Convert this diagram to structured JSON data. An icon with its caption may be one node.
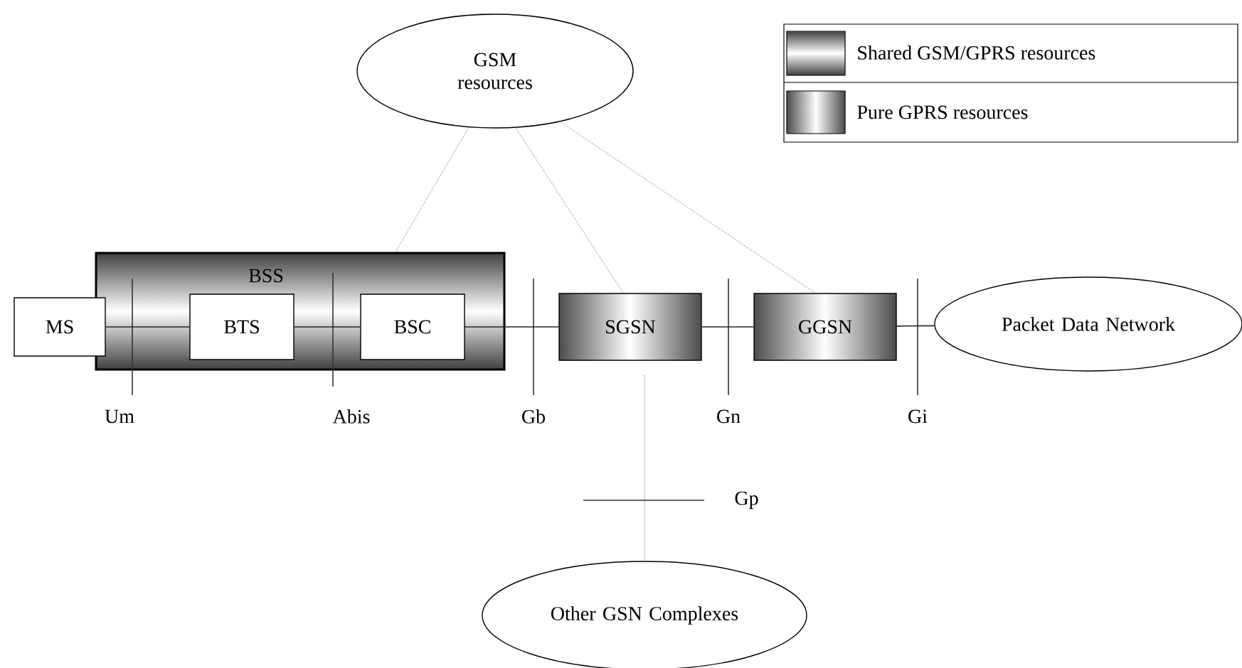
{
  "diagram": {
    "nodes": [
      {
        "text": [
          "GSM resources"
        ]
      },
      {
        "text": [
          "BSS"
        ]
      },
      {
        "text": [
          "BTS"
        ],
        "in": 1
      },
      {
        "text": [
          "BSC"
        ],
        "in": 1
      },
      {
        "text": [
          "MS"
        ]
      },
      {
        "text": [
          "SGSN"
        ]
      },
      {
        "text": [
          "GGSN"
        ]
      },
      {
        "text": [
          "Packet Data Network"
        ]
      },
      {
        "text": [
          "Other GSN Complexes"
        ]
      }
    ],
    "edges": [
      {
        "from": 4,
        "to": 2,
        "arrow": "none"
      },
      {
        "from": 2,
        "to": 3,
        "arrow": "none"
      },
      {
        "from": 3,
        "to": 5,
        "arrow": "none"
      },
      {
        "from": 5,
        "to": 6,
        "arrow": "none"
      },
      {
        "from": 6,
        "to": 7,
        "arrow": "none"
      },
      {
        "from": 0,
        "to": 1,
        "arrow": "none",
        "style": "dashed"
      },
      {
        "from": 0,
        "to": 5,
        "arrow": "none",
        "style": "dashed"
      },
      {
        "from": 0,
        "to": 6,
        "arrow": "none",
        "style": "dashed"
      },
      {
        "from": 5,
        "to": 8,
        "arrow": "none",
        "style": "dashed"
      }
    ],
    "labels": [
      "Um",
      "Abis",
      "Gb",
      "Gn",
      "Gi",
      "Gp"
    ],
    "legend": [
      {
        "text": "Shared GSM/GPRS resources"
      },
      {
        "text": "Pure GPRS resources"
      }
    ]
  }
}
